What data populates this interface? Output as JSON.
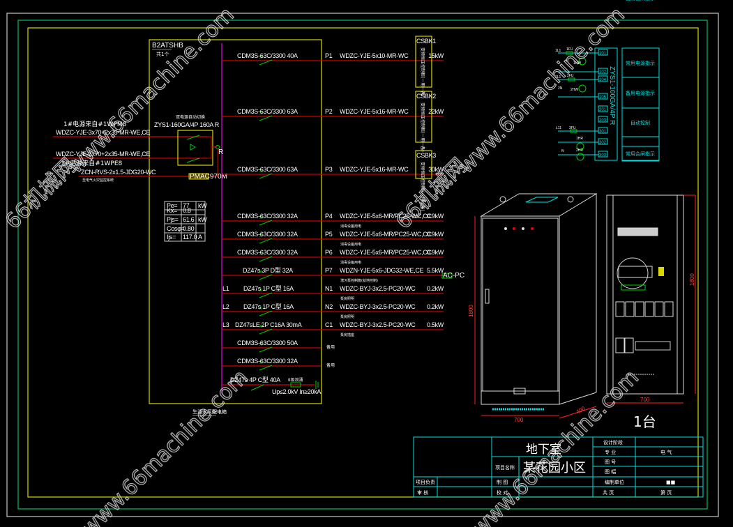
{
  "drawing": {
    "panel_id": "B2ATSHB",
    "panel_qty_label": "共1个",
    "panel_note": "生活水泵配电箱",
    "incoming": {
      "ats_note": "双电源自动切换",
      "ats_model": "ZYS1-160GA/4P 160A R",
      "line1_label": "1#电源来自#1WPM8",
      "line1_cable": "WDZC-YJE-3x70+2x35-MR-WE,CE",
      "line2_cable": "WDZC-YJE-3x70+2x35-MR-WE,CE",
      "line2_label": "1#电源来自#1WPE8",
      "ctrl_cable": "ZCN-RVS-2x1.5-JDG20-WC",
      "ctrl_note": "至电气火灾监控系统",
      "module_tag": "PMAC970M",
      "r_label": "R"
    },
    "load_table": [
      {
        "key": "Pe=",
        "value": "77",
        "unit": "kW"
      },
      {
        "key": "Kx=",
        "value": "0.8",
        "unit": ""
      },
      {
        "key": "Pjs=",
        "value": "61.6",
        "unit": "kW"
      },
      {
        "key": "Cosφ=",
        "value": "0.80",
        "unit": ""
      },
      {
        "key": "Ijs=",
        "value": "117.0",
        "unit": "A"
      }
    ],
    "circuits": [
      {
        "phase": "",
        "breaker": "CDM3S-63C/3300 40A",
        "id": "P1",
        "cable": "WDZC-YJE-5x10-MR-WC",
        "power": "15kW",
        "note": ""
      },
      {
        "phase": "",
        "breaker": "CDM3S-63C/3300 63A",
        "id": "P2",
        "cable": "WDZC-YJE-5x16-MR-WC",
        "power": "22kW",
        "note": ""
      },
      {
        "phase": "",
        "breaker": "CDM3S-63C/3300 63A",
        "id": "P3",
        "cable": "WDZC-YJE-5x16-MR-WC",
        "power": "30kW",
        "note": ""
      },
      {
        "phase": "",
        "breaker": "CDM3S-63C/3300 32A",
        "id": "P4",
        "cable": "WDZC-YJE-5x6-MR/PC25-WC,CC",
        "power": "0.9kW",
        "note": "消毒设备用电"
      },
      {
        "phase": "",
        "breaker": "CDM3S-63C/3300 32A",
        "id": "P5",
        "cable": "WDZC-YJE-5x6-MR/PC25-WC,CC",
        "power": "0.9kW",
        "note": "消毒设备用电"
      },
      {
        "phase": "",
        "breaker": "CDM3S-63C/3300 32A",
        "id": "P6",
        "cable": "WDZC-YJE-5x6-MR/PC25-WC,CC",
        "power": "0.9kW",
        "note": "消毒设备用电"
      },
      {
        "phase": "",
        "breaker": "DZ47s 3P D型 32A",
        "id": "P7",
        "cable": "WDZN-YJE-5x6-JDG32-WE,CE",
        "power": "5.5kW",
        "note": "潜污泵控制箱(就地控制)"
      },
      {
        "phase": "L1",
        "breaker": "DZ47s 1P C型 16A",
        "id": "N1",
        "cable": "WDZC-BYJ-3x2.5-PC20-WC",
        "power": "0.2kW",
        "note": "泵房照明"
      },
      {
        "phase": "L2",
        "breaker": "DZ47s 1P C型 16A",
        "id": "N2",
        "cable": "WDZC-BYJ-3x2.5-PC20-WC",
        "power": "0.2kW",
        "note": "泵房照明"
      },
      {
        "phase": "L3",
        "breaker": "DZ47sLE 2P C16A 30mA",
        "id": "C1",
        "cable": "WDZC-BYJ-3x2.5-PC20-WC",
        "power": "0.5kW",
        "note": "泵房插座"
      },
      {
        "phase": "",
        "breaker": "CDM3S-63C/3300 50A",
        "id": "",
        "cable": "",
        "power": "",
        "note": "备用"
      },
      {
        "phase": "",
        "breaker": "CDM3S-63C/3300 32A",
        "id": "",
        "cable": "",
        "power": "",
        "note": "备用"
      }
    ],
    "spd": {
      "breaker": "DZ47s 4P C型 40A",
      "label": "II级浪涌",
      "spec": "Up≤2.0kV In≥20kA"
    },
    "cabinets": [
      {
        "id": "CSBK1",
        "note": "变频恒压控制柜(一用一备)"
      },
      {
        "id": "CSBK2",
        "note": "变频恒压控制柜(一用一备)"
      },
      {
        "id": "CSBK3",
        "note": "变频恒压控制柜(一用一备)"
      }
    ],
    "p7_tag": "AC-PC",
    "control": {
      "device": "ZYS1-100GA/4P R",
      "labels": {
        "L1": "1L1",
        "FU1": "1FU",
        "HW": "1HW",
        "N1": "1N",
        "L2": "2L1",
        "FU2": "2FU",
        "HW2": "2HW",
        "N2": "2N",
        "L3": "L11",
        "FU3": "3FU",
        "HR1": "1HR",
        "HR2": "2HR",
        "N": "N"
      },
      "wires": [
        "104",
        "104",
        "202",
        "303",
        "305"
      ],
      "terminals": [
        "101",
        "102",
        "104",
        "105",
        "201",
        "203",
        "301",
        "302",
        "303"
      ],
      "functions": [
        "常用电源指示",
        "备用电源指示",
        "自动控制",
        "",
        "常用合闸指示",
        "备用合闸指示"
      ]
    },
    "elevation": {
      "height_dim": "1800",
      "width_dim": "700",
      "depth_dim": "400",
      "side_height_dim": "1800",
      "side_width_dim": "700",
      "qty": "1台"
    }
  },
  "title_block": {
    "location": "地下室",
    "project_label": "项目名称",
    "project_name": "某花园小区",
    "stage_label": "设计阶段",
    "stage_value": "",
    "discipline_label": "专  业",
    "discipline_value": "电  气",
    "drawing_no_label": "图  号",
    "drawing_no_value": "",
    "scale_label": "图  幅",
    "scale_value": "",
    "lead_label": "项目负责",
    "review_label": "审  核",
    "draw_label": "制  图",
    "check_label": "校  对",
    "unit_label": "编制单位",
    "unit_value": "■■",
    "total_label": "共   页",
    "sheet_label": "第   页"
  },
  "watermark": {
    "text_url": "www.66machine.com",
    "text_cn": "66机械网"
  },
  "colors": {
    "background": "#000000",
    "frame_outer": "#c8c8c8",
    "frame_mid": "#00c060",
    "frame_inner": "#d8d800",
    "bus": "#e000e0",
    "wire": "#d00000",
    "switch": "#00d000",
    "cyan": "#00e0e0",
    "dim": "#ff2020"
  }
}
